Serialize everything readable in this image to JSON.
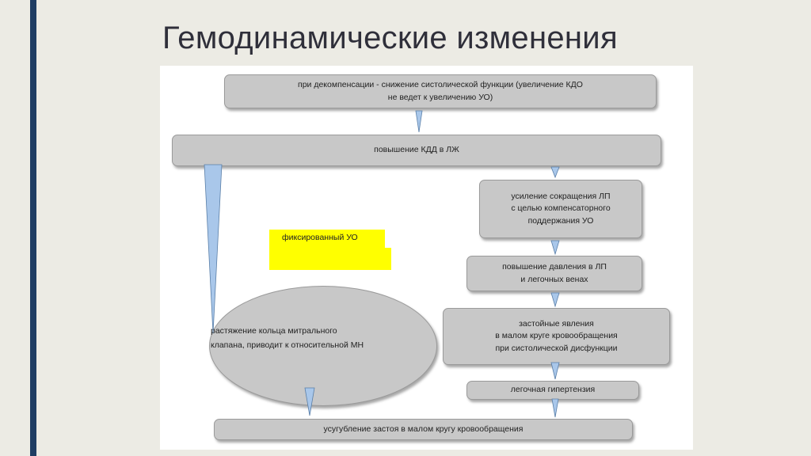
{
  "slide": {
    "title": "Гемодинамические изменения"
  },
  "diagram": {
    "nodes": {
      "decompensation": "при декомпенсации - снижение систолической функции (увеличение КДО\nне ведет к увеличению УО)",
      "kdd_increase": "повышение КДД в ЛЖ",
      "lp_contraction": "усиление сокращения ЛП\nс целью компенсаторного\nподдержания УО",
      "lp_pressure": "повышение давления в ЛП\nи легочных венах",
      "congestion": "застойные явления\nв малом круге кровообращения\nпри систолической  дисфункции",
      "pulmonary_hypertension": "легочная гипертензия",
      "mitral_ring": "растяжение кольца митрального\nклапана, приводит к относительной МН",
      "fixed_uo": "фиксированный УО",
      "worsening": "усугубление застоя в малом кругу кровообращения"
    },
    "colors": {
      "box_fill": "#c8c8c8",
      "arrow_fill": "#a9c7ea",
      "highlight": "#ffff00",
      "accent_bar": "#1f3d63"
    }
  }
}
